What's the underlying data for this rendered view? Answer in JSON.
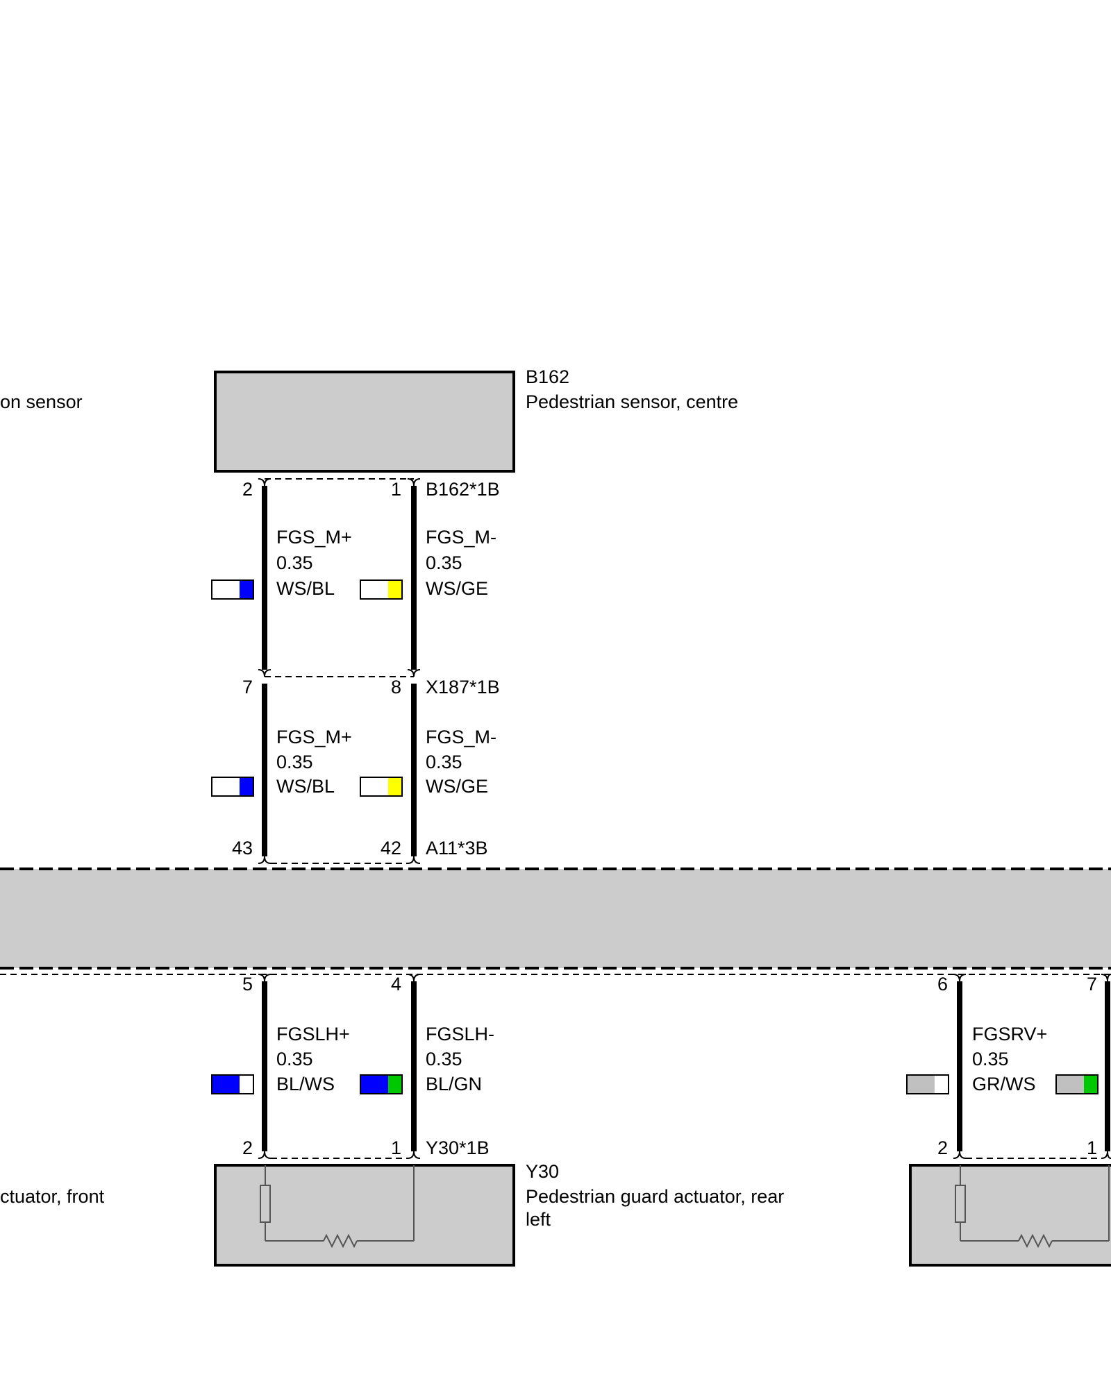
{
  "components": {
    "b162": {
      "id": "B162",
      "desc": "Pedestrian sensor, centre"
    },
    "y30": {
      "id": "Y30",
      "desc_line1": "Pedestrian guard actuator, rear",
      "desc_line2": "left"
    },
    "left_sensor_fragment": "on sensor",
    "left_actuator_fragment": "ctuator, front"
  },
  "connectors": {
    "b162_1b": {
      "code": "B162*1B",
      "pin_left": "2",
      "pin_right": "1"
    },
    "x187_1b": {
      "code": "X187*1B",
      "pin_left": "7",
      "pin_right": "8"
    },
    "a11_3b": {
      "code": "A11*3B",
      "pin_left": "43",
      "pin_right": "42"
    },
    "a11_lower": {
      "pin_left": "5",
      "pin_right": "4",
      "pin_rv_left": "6",
      "pin_rv_right": "7"
    },
    "y30_1b": {
      "code": "Y30*1B",
      "pin_left": "2",
      "pin_right": "1"
    },
    "rv_conn": {
      "pin_left": "2",
      "pin_right": "1"
    }
  },
  "wires": [
    {
      "name": "FGS_M+",
      "gauge": "0.35",
      "color": "WS/BL",
      "c1": "#ffffff",
      "c2": "#0000ff"
    },
    {
      "name": "FGS_M-",
      "gauge": "0.35",
      "color": "WS/GE",
      "c1": "#ffffff",
      "c2": "#ffff00"
    },
    {
      "name": "FGS_M+",
      "gauge": "0.35",
      "color": "WS/BL",
      "c1": "#ffffff",
      "c2": "#0000ff"
    },
    {
      "name": "FGS_M-",
      "gauge": "0.35",
      "color": "WS/GE",
      "c1": "#ffffff",
      "c2": "#ffff00"
    },
    {
      "name": "FGSLH+",
      "gauge": "0.35",
      "color": "BL/WS",
      "c1": "#0000ff",
      "c2": "#ffffff"
    },
    {
      "name": "FGSLH-",
      "gauge": "0.35",
      "color": "BL/GN",
      "c1": "#0000ff",
      "c2": "#00c800"
    },
    {
      "name": "FGSRV+",
      "gauge": "0.35",
      "color": "GR/WS",
      "c1": "#c0c0c0",
      "c2": "#ffffff"
    },
    {
      "name": "",
      "gauge": "",
      "color": "",
      "c1": "#c0c0c0",
      "c2": "#00c800"
    }
  ],
  "colors": {
    "component_fill": "#cccccc",
    "line": "#000000",
    "internal_line": "#555555"
  }
}
